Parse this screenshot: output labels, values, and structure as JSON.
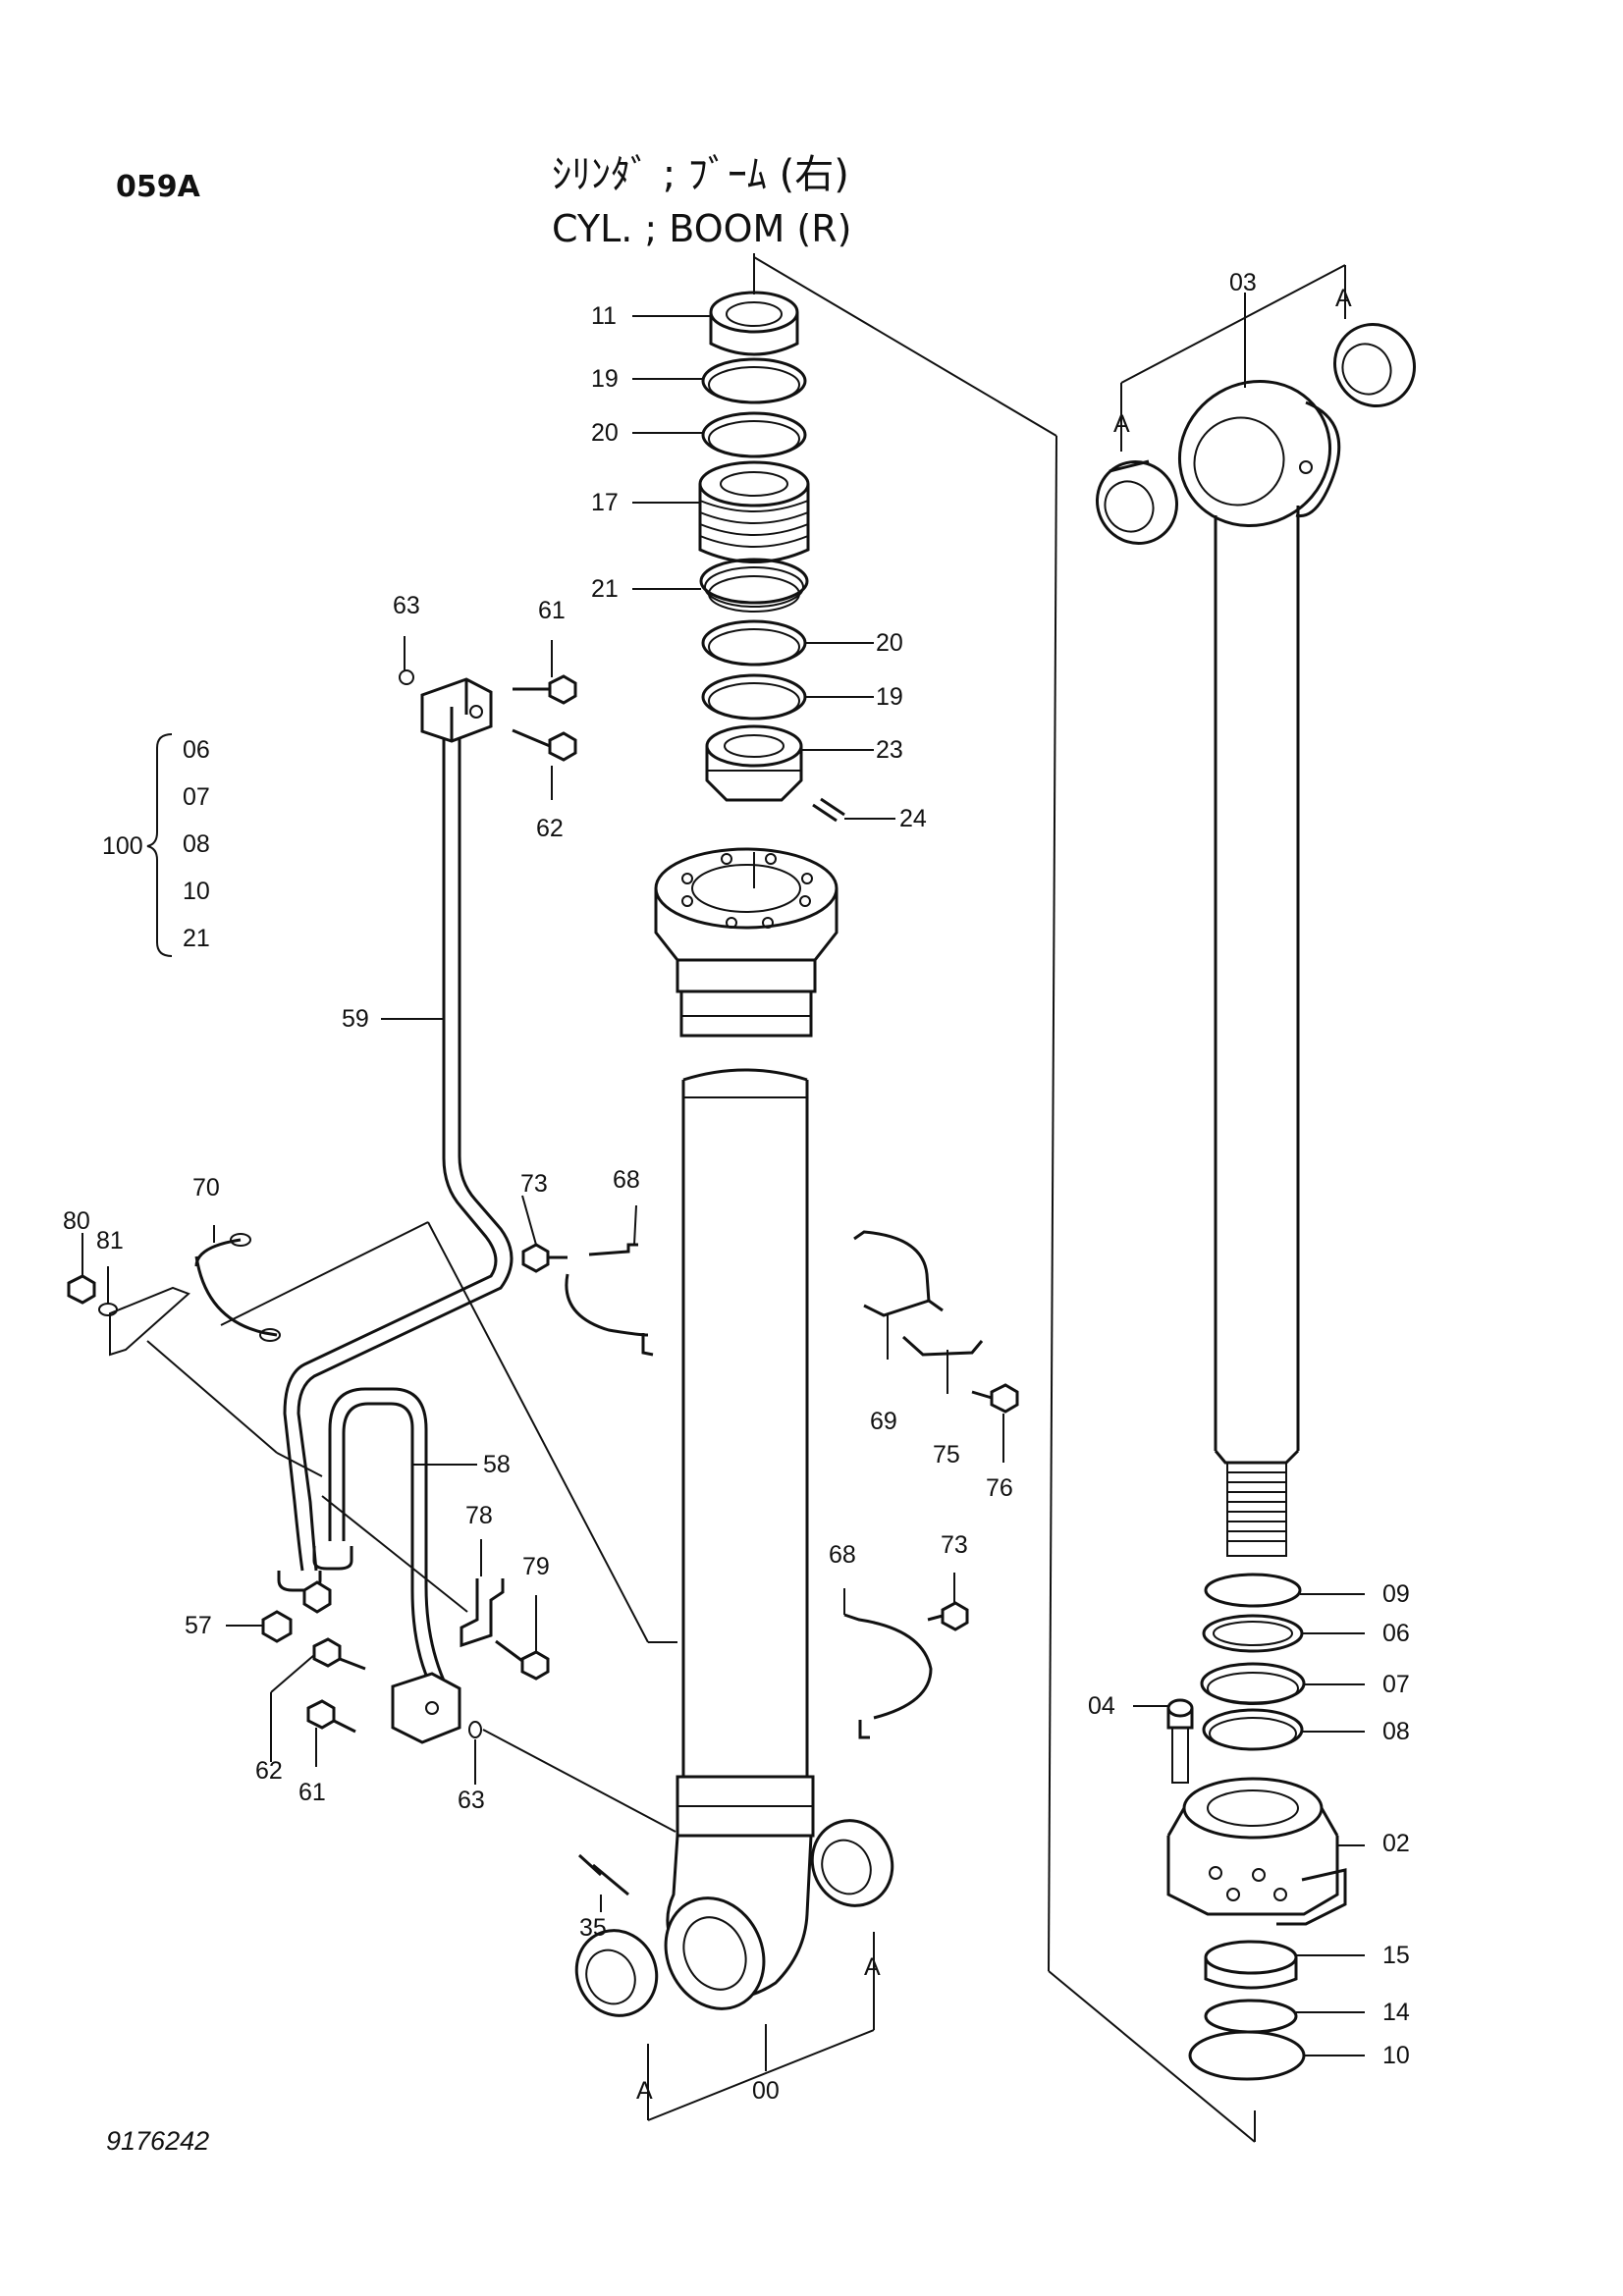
{
  "header": {
    "page_code": "059A",
    "title_jp": "ｼﾘﾝﾀﾞ ; ﾌﾞｰﾑ (右)",
    "title_en": "CYL. ; BOOM (R)"
  },
  "footer": {
    "drawing_number": "9176242"
  },
  "kit": {
    "number": "100",
    "members": [
      "06",
      "07",
      "08",
      "10",
      "21"
    ]
  },
  "callouts": [
    {
      "id": "11"
    },
    {
      "id": "19"
    },
    {
      "id": "20"
    },
    {
      "id": "17"
    },
    {
      "id": "21"
    },
    {
      "id": "20"
    },
    {
      "id": "19"
    },
    {
      "id": "23"
    },
    {
      "id": "24"
    },
    {
      "id": "03"
    },
    {
      "id": "A"
    },
    {
      "id": "A"
    },
    {
      "id": "63"
    },
    {
      "id": "61"
    },
    {
      "id": "62"
    },
    {
      "id": "59"
    },
    {
      "id": "70"
    },
    {
      "id": "80"
    },
    {
      "id": "81"
    },
    {
      "id": "73"
    },
    {
      "id": "68"
    },
    {
      "id": "69"
    },
    {
      "id": "75"
    },
    {
      "id": "76"
    },
    {
      "id": "58"
    },
    {
      "id": "78"
    },
    {
      "id": "79"
    },
    {
      "id": "57"
    },
    {
      "id": "62"
    },
    {
      "id": "61"
    },
    {
      "id": "63"
    },
    {
      "id": "68"
    },
    {
      "id": "73"
    },
    {
      "id": "09"
    },
    {
      "id": "06"
    },
    {
      "id": "04"
    },
    {
      "id": "07"
    },
    {
      "id": "08"
    },
    {
      "id": "02"
    },
    {
      "id": "15"
    },
    {
      "id": "14"
    },
    {
      "id": "10"
    },
    {
      "id": "35"
    },
    {
      "id": "A"
    },
    {
      "id": "A"
    },
    {
      "id": "00"
    }
  ]
}
